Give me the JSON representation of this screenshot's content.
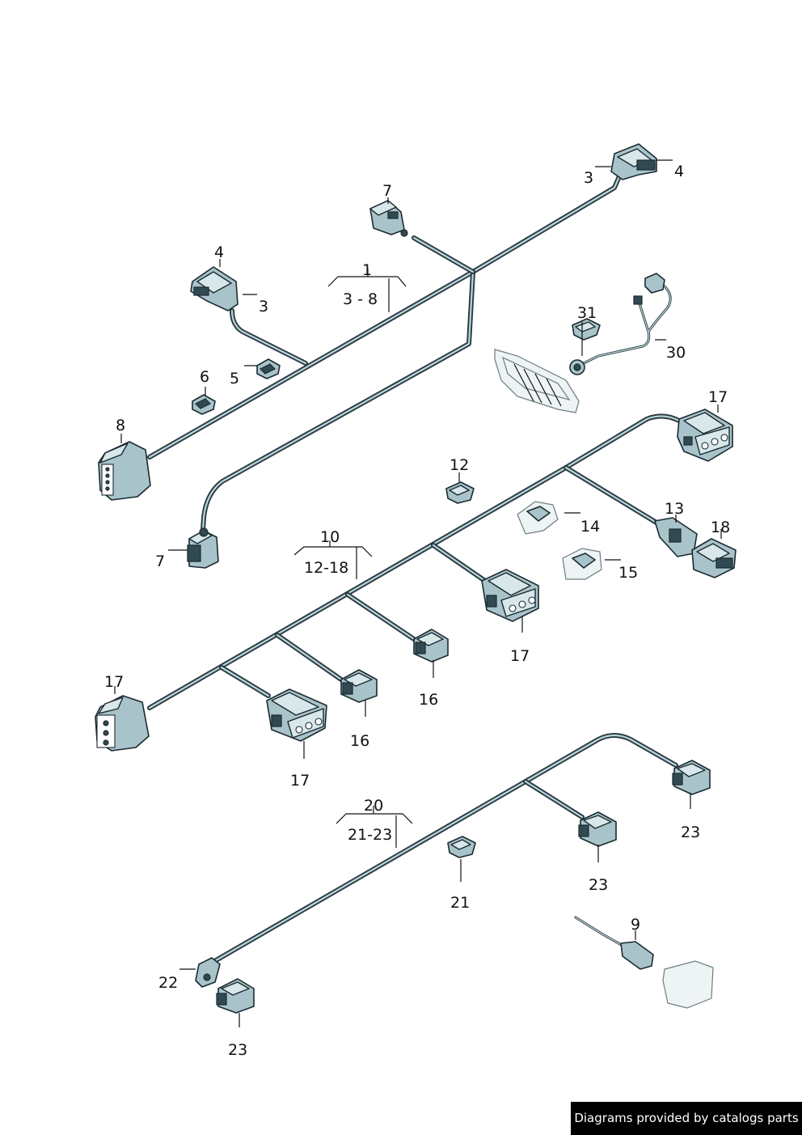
{
  "labels": {
    "harness_1": "1",
    "range_1": "3 - 8",
    "p3_top": "3",
    "p4_top": "4",
    "p7_top": "7",
    "p4_left": "4",
    "p3_left": "3",
    "p5": "5",
    "p6": "6",
    "p8": "8",
    "p7_left": "7",
    "p31": "31",
    "p30": "30",
    "p17_a": "17",
    "p12": "12",
    "p14": "14",
    "p13": "13",
    "p18": "18",
    "p15": "15",
    "harness_10": "10",
    "range_10": "12-18",
    "p17_b": "17",
    "p16_a": "16",
    "p17_c": "17",
    "p16_b": "16",
    "p17_d": "17",
    "harness_20": "20",
    "range_20": "21-23",
    "p23_a": "23",
    "p23_b": "23",
    "p21": "21",
    "p9": "9",
    "p22": "22",
    "p23_c": "23"
  },
  "footer": "Diagrams provided by catalogs parts",
  "colors": {
    "wire": "#2a3a40",
    "connector": "#a9c3ca",
    "connector_face": "#d8e7ea",
    "footer_bg": "#000000"
  }
}
